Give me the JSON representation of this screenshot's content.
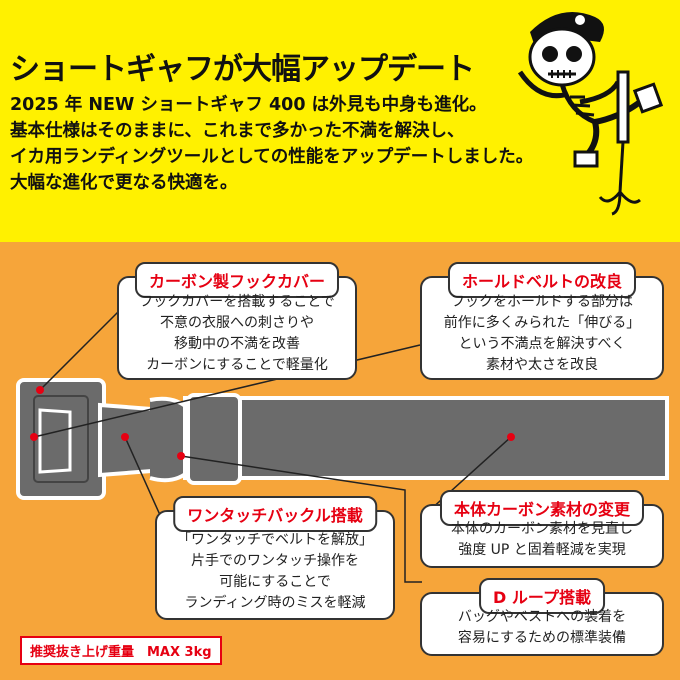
{
  "header": {
    "headline": "ショートギャフが大幅アップデート",
    "intro_lines": [
      "2025 年 NEW ショートギャフ 400 は外見も中身も進化。",
      "基本仕様はそのままに、これまで多かった不満を解決し、",
      "イカ用ランディングツールとしての性能をアップデートしました。",
      "大幅な進化で更なる快適を。"
    ]
  },
  "callouts": {
    "carbon_hook_cover": {
      "title": "カーボン製フックカバー",
      "lines": [
        "フックカバーを搭載することで",
        "不意の衣服への刺さりや",
        "移動中の不満を改善",
        "カーボンにすることで軽量化"
      ]
    },
    "hold_belt": {
      "title": "ホールドベルトの改良",
      "lines": [
        "フックをホールドする部分は",
        "前作に多くみられた「伸びる」",
        "という不満点を解決すべく",
        "素材や太さを改良"
      ]
    },
    "body_carbon": {
      "title": "本体カーボン素材の変更",
      "lines": [
        "本体のカーボン素材を見直し",
        "強度 UP と固着軽減を実現"
      ]
    },
    "one_touch_buckle": {
      "title": "ワンタッチバックル搭載",
      "lines": [
        "「ワンタッチでベルトを解放」",
        "片手でのワンタッチ操作を",
        "可能にすることで",
        "ランディング時のミスを軽減"
      ]
    },
    "d_loop": {
      "title": "D ループ搭載",
      "lines": [
        "バッグやベストへの装着を",
        "容易にするための標準装備"
      ]
    }
  },
  "note": "推奨抜き上げ重量　MAX 3kg",
  "colors": {
    "yellow_band": "#fff100",
    "orange_band": "#f6a53a",
    "accent_red": "#e60012",
    "product_gray": "#6b6b6b"
  }
}
